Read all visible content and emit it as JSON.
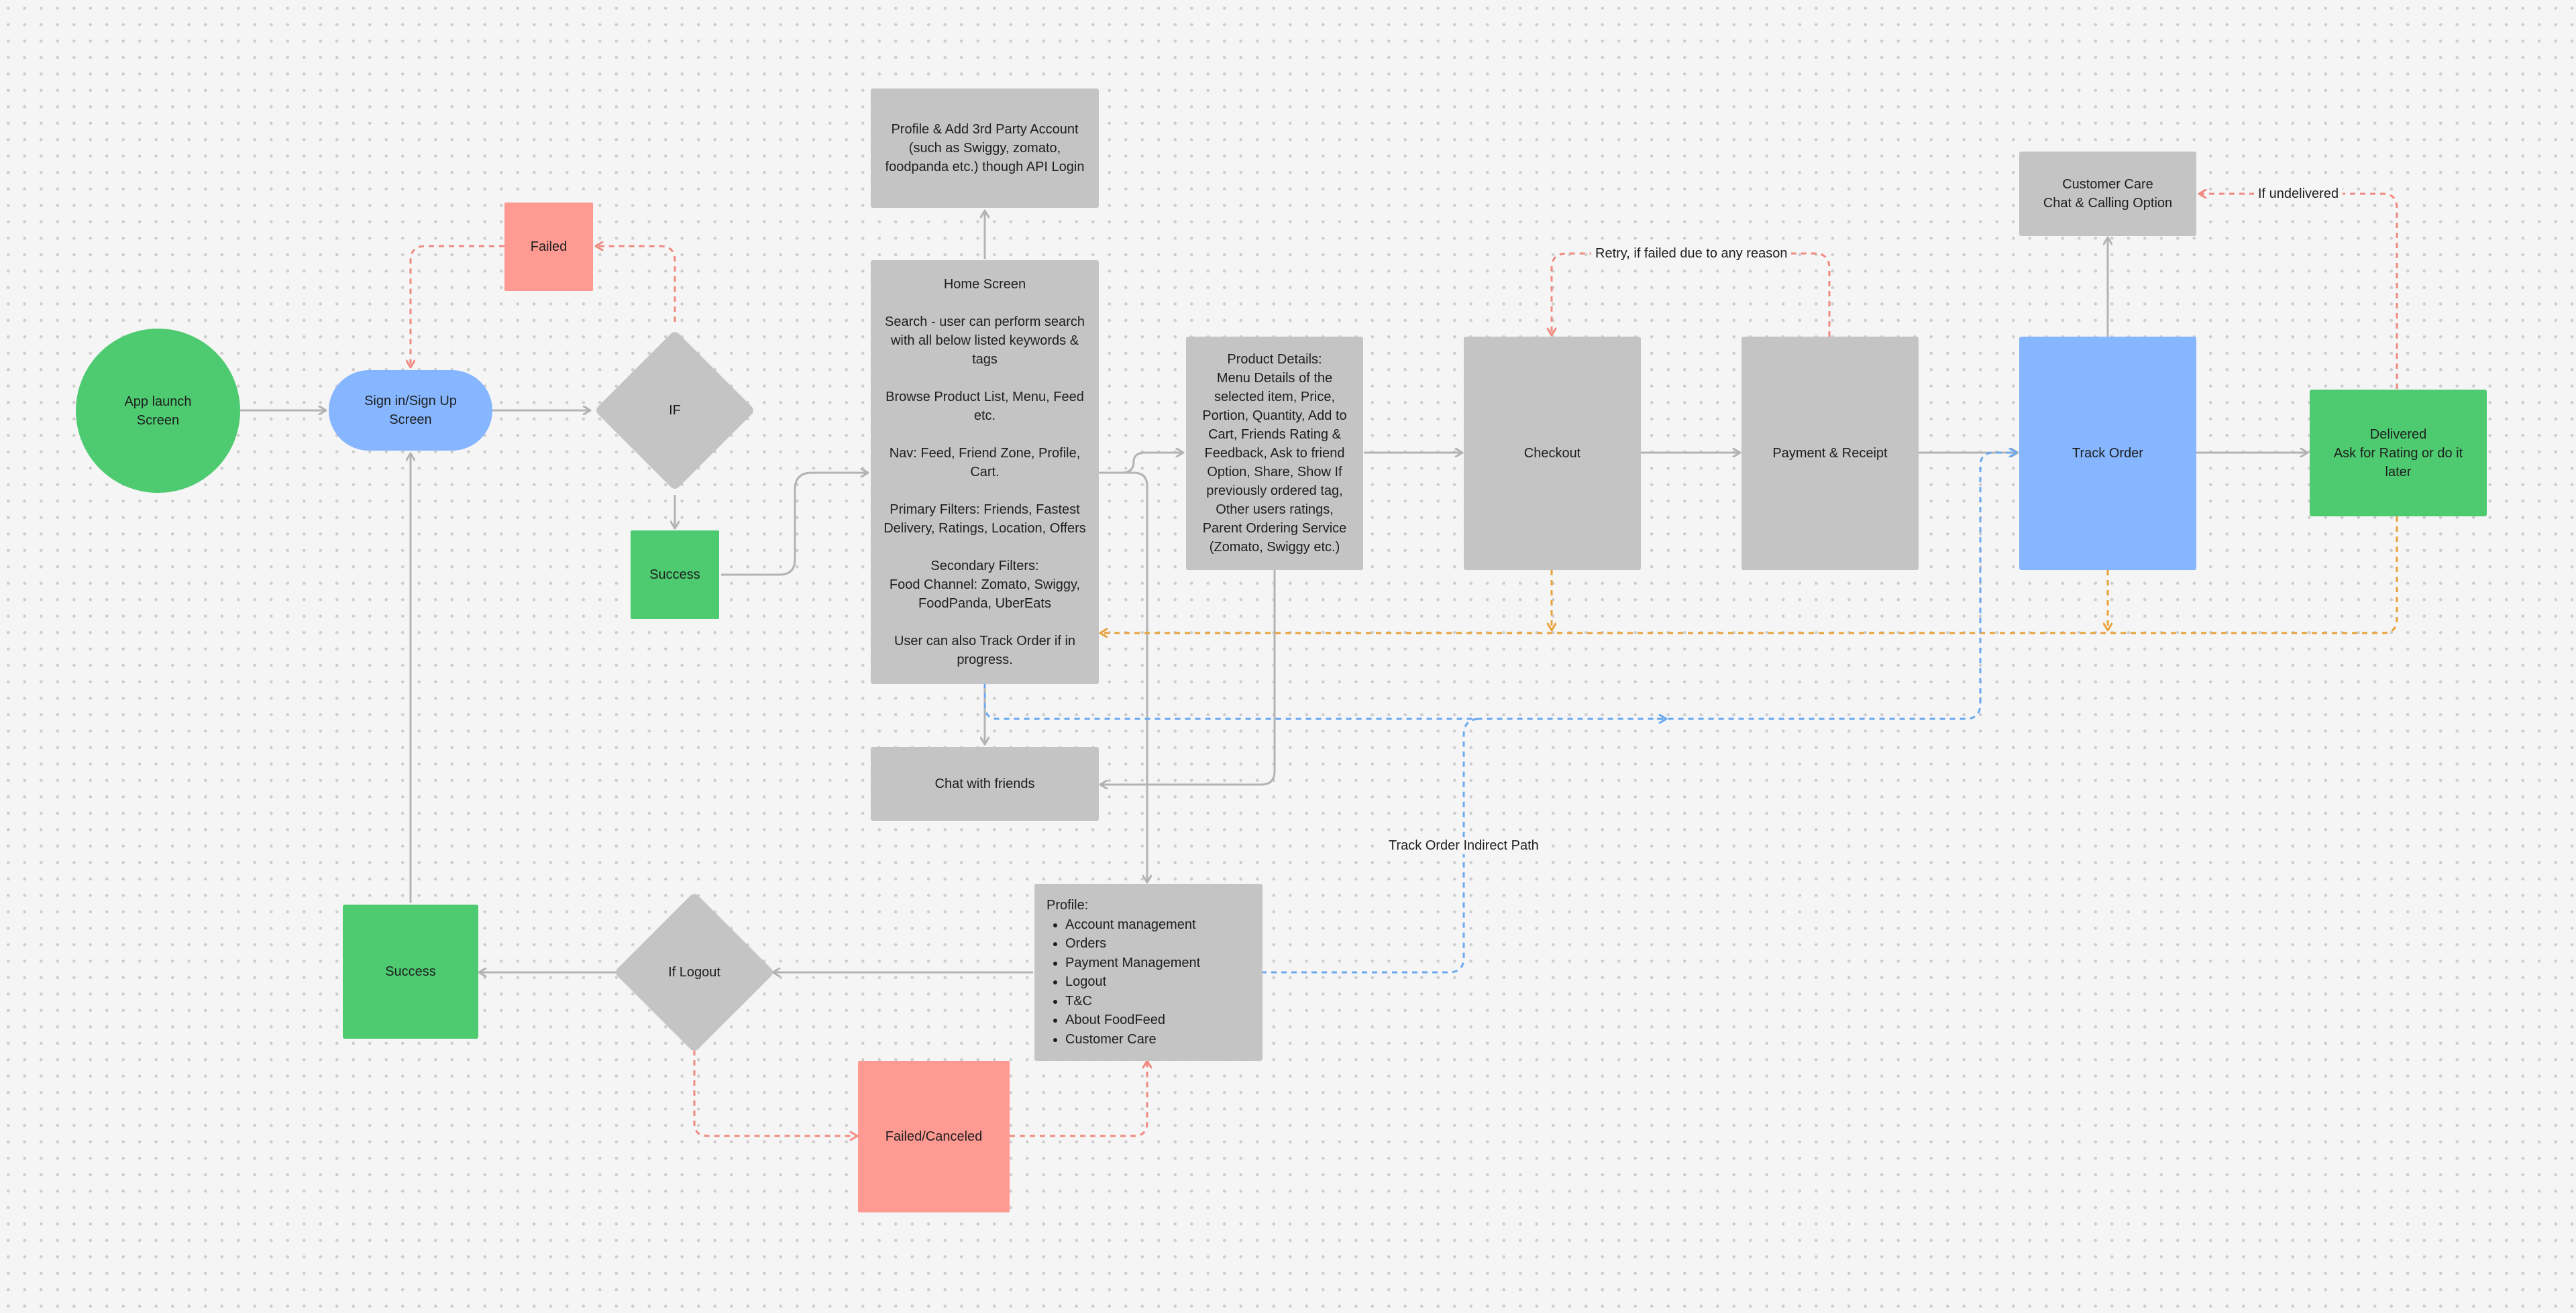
{
  "colors": {
    "canvas": "#f5f5f5",
    "grey_node": "#c4c4c4",
    "green_node": "#4ecb71",
    "blue_node": "#85b6ff",
    "pink_node": "#ff9a93",
    "grey_edge": "#b3b3b3",
    "red_edge": "#f08a80",
    "orange_edge": "#e8a23a",
    "blue_edge": "#6aa8f0"
  },
  "nodes": {
    "app_launch": "App launch\nScreen",
    "sign_in": "Sign in/Sign Up\nScreen",
    "failed": "Failed",
    "if_decision": "IF",
    "success_top": "Success",
    "profile_3rd_party": "Profile & Add 3rd Party Account\n(such as Swiggy, zomato,\nfoodpanda etc.) though API Login",
    "home_screen": "Home Screen\n\nSearch - user can perform search\nwith all below listed keywords &\ntags\n\nBrowse Product List, Menu, Feed\netc.\n\nNav: Feed, Friend Zone, Profile,\nCart.\n\nPrimary Filters: Friends, Fastest\nDelivery, Ratings, Location, Offers\n\nSecondary Filters:\nFood Channel: Zomato, Swiggy,\nFoodPanda, UberEats\n\nUser can also Track Order if in\nprogress.",
    "chat_friends": "Chat with friends",
    "product_details": "Product Details:\nMenu Details of the\nselected item, Price,\nPortion, Quantity, Add to\nCart, Friends Rating &\nFeedback, Ask to friend\nOption, Share, Show If\npreviously ordered tag,\nOther users ratings,\nParent Ordering Service\n(Zomato, Swiggy etc.)",
    "checkout": "Checkout",
    "payment": "Payment & Receipt",
    "track_order": "Track Order",
    "customer_care": "Customer Care\nChat & Calling Option",
    "delivered": "Delivered\nAsk for Rating or do it\nlater",
    "success_bottom": "Success",
    "if_logout": "If Logout",
    "failed_canceled": "Failed/Canceled",
    "profile": {
      "title": "Profile:",
      "items": [
        "Account management",
        "Orders",
        "Payment Management",
        "Logout",
        "T&C",
        "About FoodFeed",
        "Customer Care"
      ]
    }
  },
  "edge_labels": {
    "retry": "Retry, if failed due to any reason",
    "if_undelivered": "If undelivered",
    "track_indirect": "Track Order Indirect Path"
  }
}
